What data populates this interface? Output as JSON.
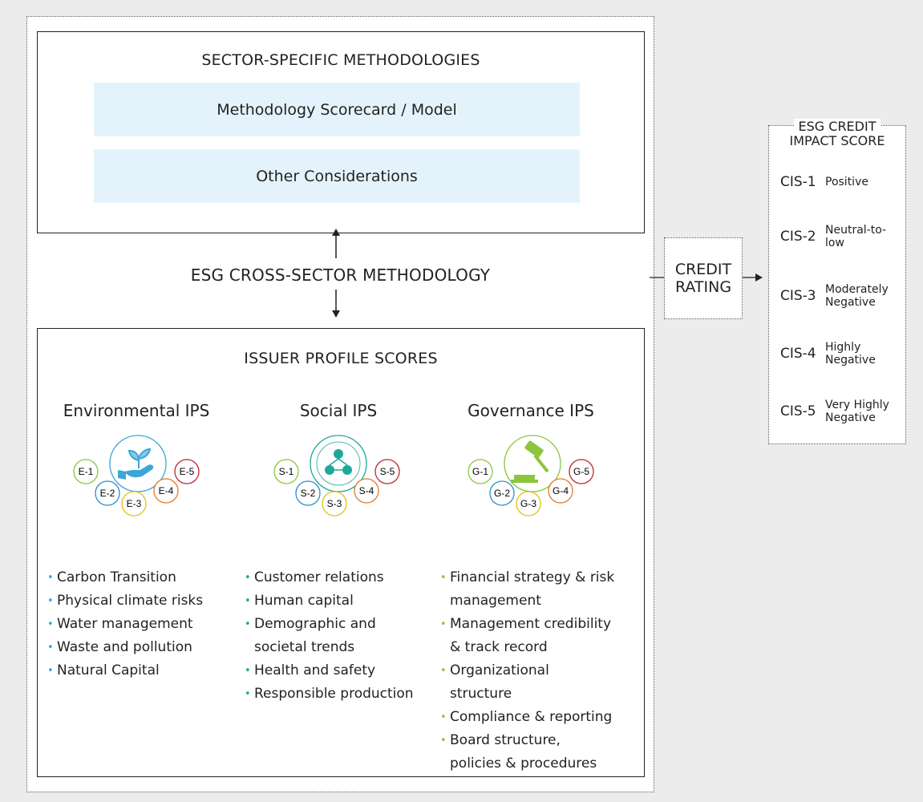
{
  "sector": {
    "title": "SECTOR-SPECIFIC METHODOLOGIES",
    "band1": "Methodology Scorecard / Model",
    "band2": "Other Considerations"
  },
  "cross_sector": {
    "title": "ESG CROSS-SECTOR METHODOLOGY"
  },
  "ips": {
    "title": "ISSUER PROFILE SCORES",
    "columns": [
      {
        "title": "Environmental IPS",
        "icon": "plant-in-hand-icon",
        "icon_color": "#3aa7d8",
        "badges": [
          "E-1",
          "E-2",
          "E-3",
          "E-4",
          "E-5"
        ],
        "items": [
          "Carbon Transition",
          "Physical climate risks",
          "Water management",
          "Waste and pollution",
          "Natural Capital"
        ]
      },
      {
        "title": "Social IPS",
        "icon": "people-network-icon",
        "icon_color": "#1fa89a",
        "badges": [
          "S-1",
          "S-2",
          "S-3",
          "S-4",
          "S-5"
        ],
        "items": [
          "Customer relations",
          "Human capital",
          "Demographic and",
          "societal trends",
          "Health and safety",
          "Responsible production"
        ]
      },
      {
        "title": "Governance IPS",
        "icon": "gavel-icon",
        "icon_color": "#8cc63f",
        "badges": [
          "G-1",
          "G-2",
          "G-3",
          "G-4",
          "G-5"
        ],
        "items": [
          "Financial strategy & risk",
          "management",
          "Management credibility",
          "& track record",
          "Organizational",
          "structure",
          "Compliance & reporting",
          "Board structure,",
          "policies & procedures"
        ]
      }
    ],
    "badge_colors": [
      "#8cc63f",
      "#2a8fd0",
      "#e2c11a",
      "#e07a2a",
      "#c1272d"
    ]
  },
  "credit": {
    "line1": "CREDIT",
    "line2": "RATING"
  },
  "cis": {
    "title_line1": "ESG CREDIT",
    "title_line2": "IMPACT SCORE",
    "rows": [
      {
        "code": "CIS-1",
        "label1": "Positive",
        "label2": ""
      },
      {
        "code": "CIS-2",
        "label1": "Neutral-to-",
        "label2": "low"
      },
      {
        "code": "CIS-3",
        "label1": "Moderately",
        "label2": "Negative"
      },
      {
        "code": "CIS-4",
        "label1": "Highly",
        "label2": "Negative"
      },
      {
        "code": "CIS-5",
        "label1": "Very Highly",
        "label2": "Negative"
      }
    ]
  }
}
